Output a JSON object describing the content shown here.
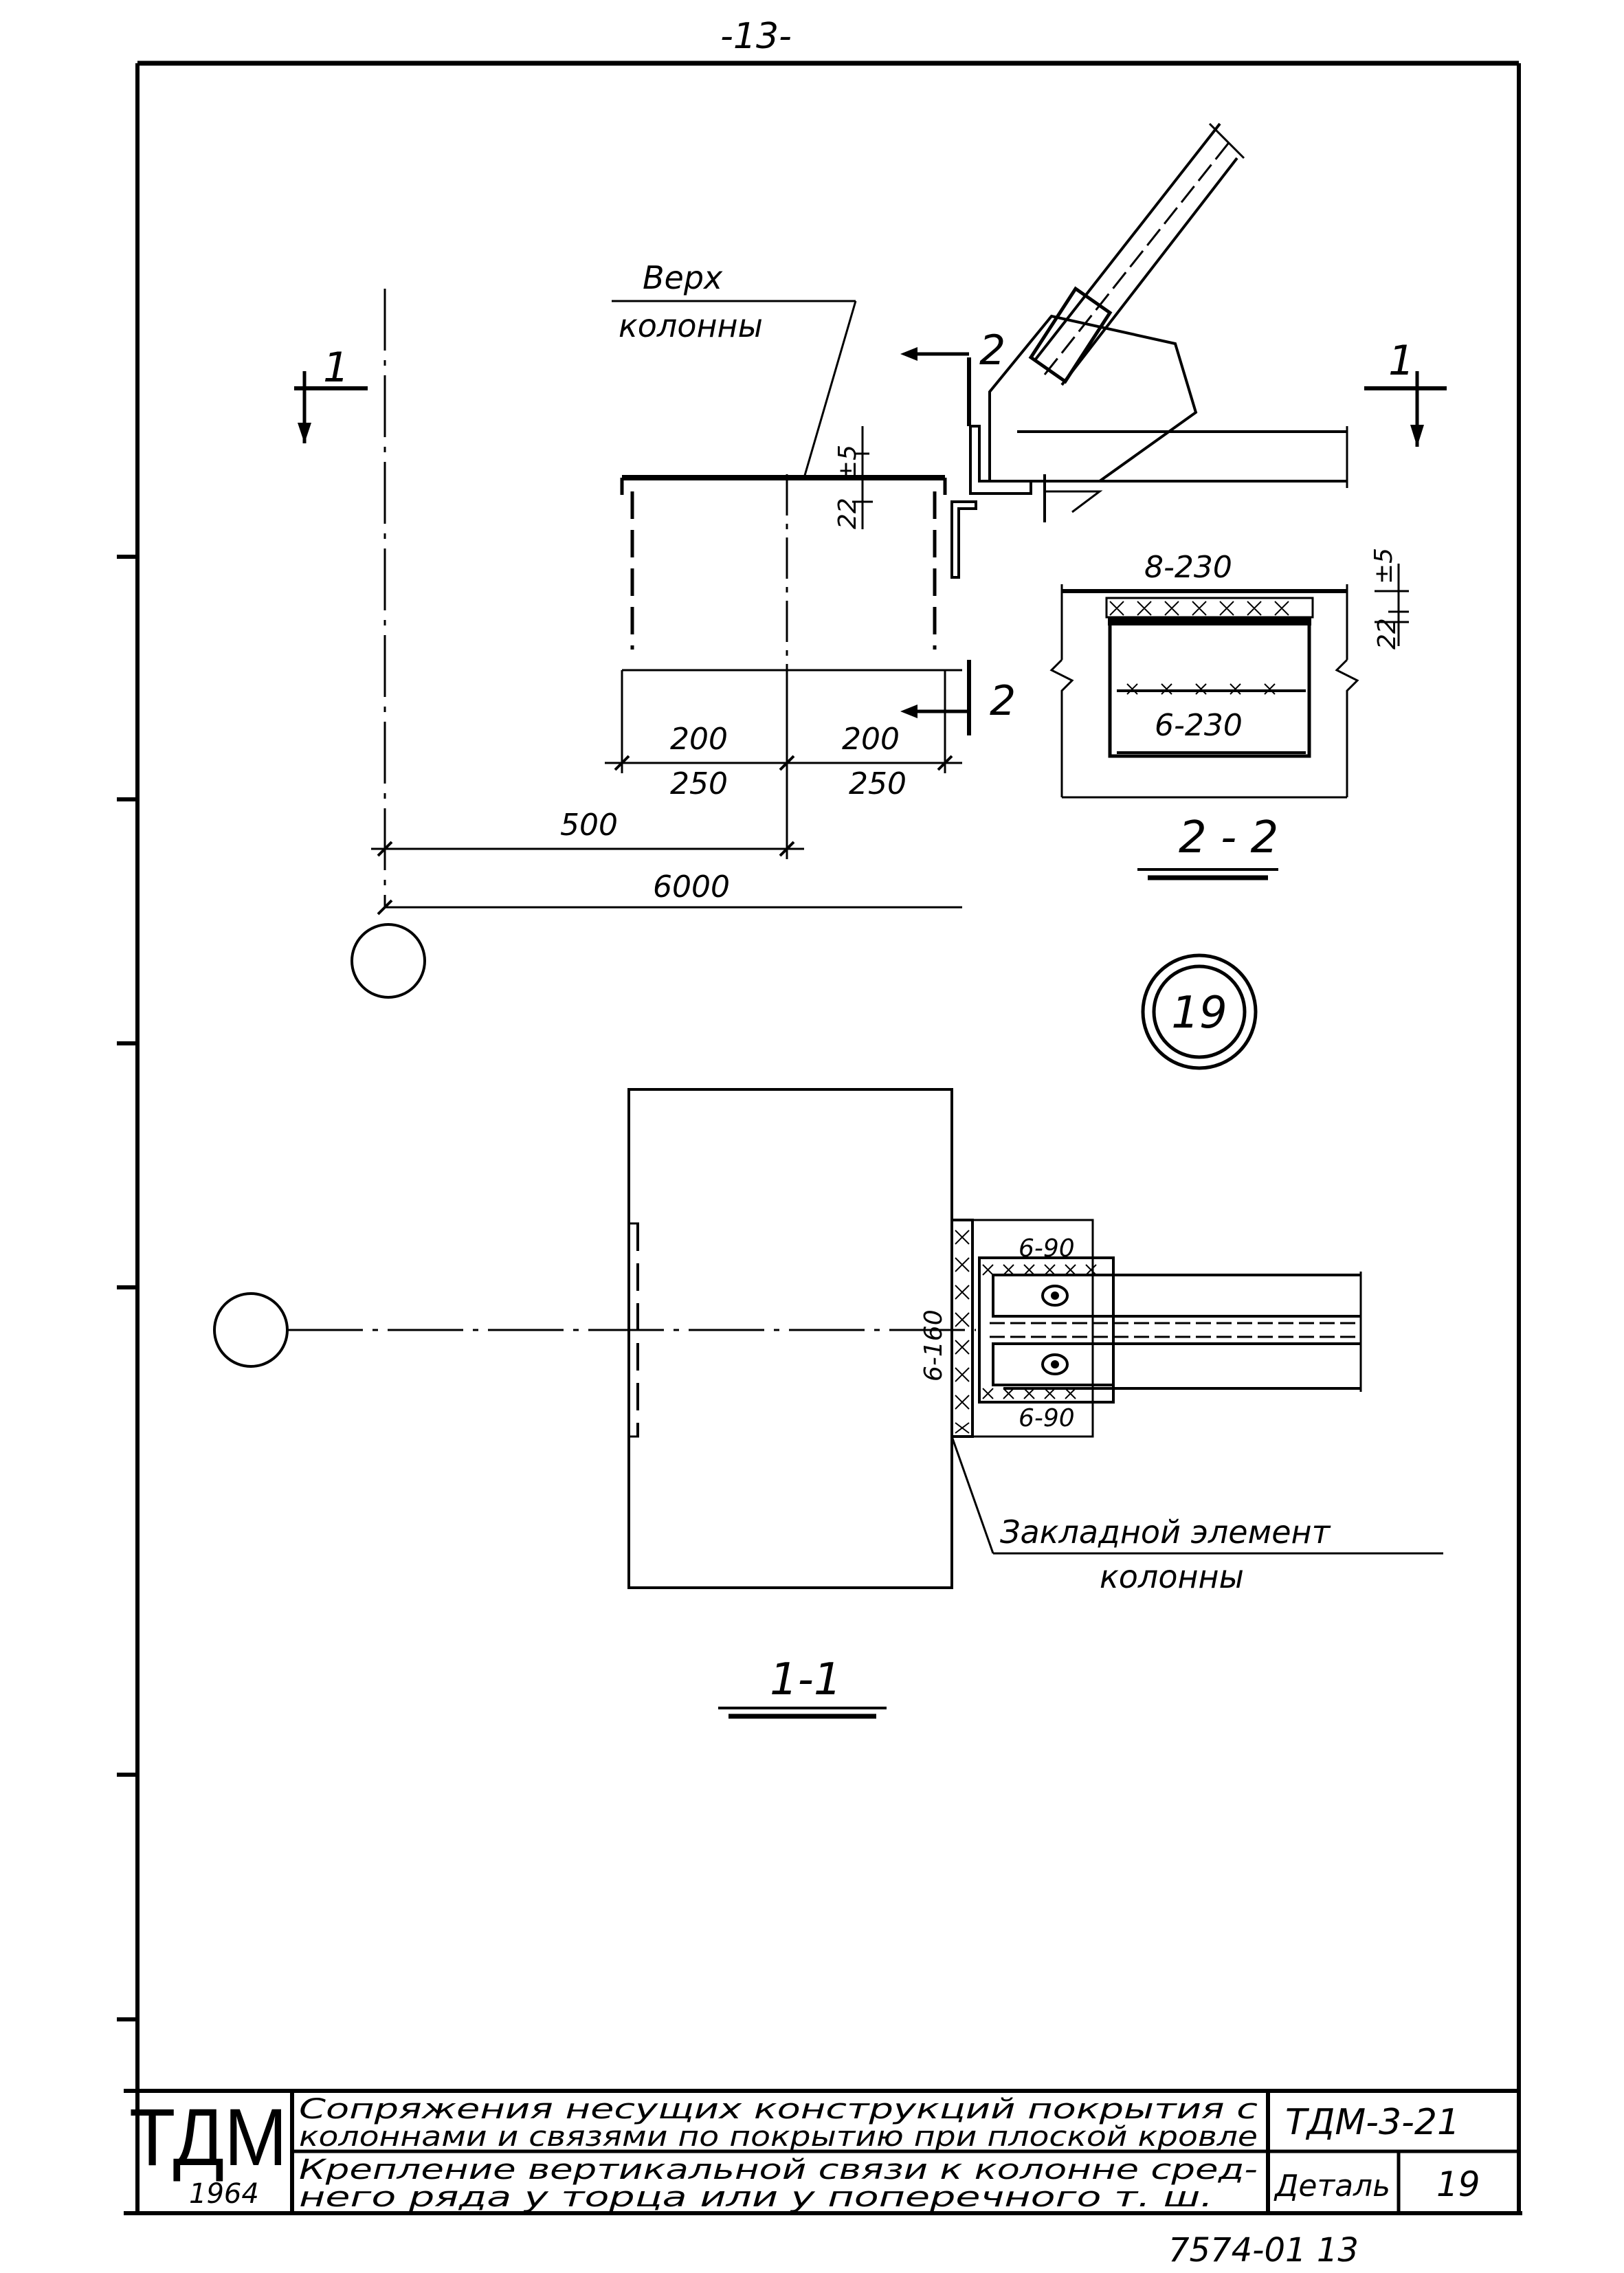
{
  "page_number": "-13-",
  "top_view": {
    "top_of_column_line1": "Верх",
    "top_of_column_line2": "колонны",
    "section_mark_1": "1",
    "section_mark_2": "2",
    "dim_plus5": "±5",
    "dim_22": "22",
    "dim_200_left": "200",
    "dim_200_right": "200",
    "dim_250_left": "250",
    "dim_250_right": "250",
    "dim_500": "500",
    "dim_6000": "6000"
  },
  "section_2_2": {
    "title": "2 - 2",
    "weld_top": "8-230",
    "weld_bottom": "6-230",
    "dim_plus5": "±5",
    "dim_22": "22"
  },
  "detail_badge": "19",
  "section_1_1": {
    "title": "1-1",
    "weld_vertical": "6-160",
    "weld_top": "6-90",
    "weld_bottom": "6-90",
    "embedded_line1": "Закладной элемент",
    "embedded_line2": "колонны"
  },
  "title_block": {
    "logo": "ТДМ",
    "year": "1964",
    "title_line1": "Сопряжения несущих конструкций покрытия с",
    "title_line2": "колоннами и связями по покрытию при плоской кровле",
    "subtitle_line1": "Крепление вертикальной связи к колонне сред-",
    "subtitle_line2": "него ряда у торца или у поперечного т. ш.",
    "code": "ТДМ-3-21",
    "detail_label": "Деталь",
    "detail_number": "19"
  },
  "footer_number": "7574-01   13"
}
